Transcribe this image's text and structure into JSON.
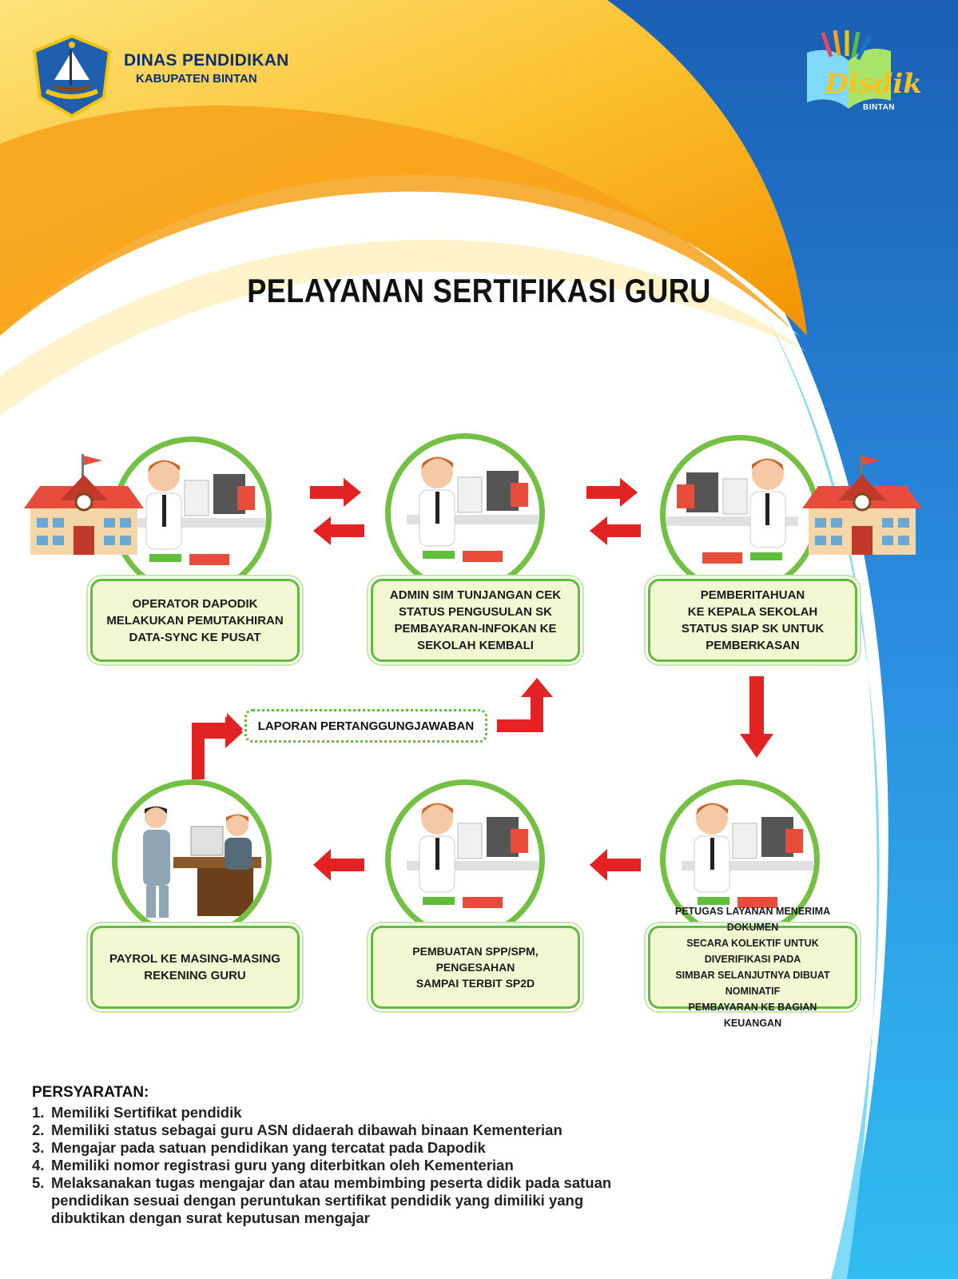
{
  "header": {
    "org_name": "DINAS PENDIDIKAN",
    "org_sub": "KABUPATEN BINTAN",
    "logo_left_name": "kabupaten-bintan-emblem",
    "logo_right_text": "Disdik",
    "logo_right_sub": "BINTAN"
  },
  "title": "PELAYANAN SERTIFIKASI GURU",
  "steps": [
    {
      "text": "OPERATOR DAPODIK\nMELAKUKAN PEMUTAKHIRAN\nDATA-SYNC KE PUSAT",
      "icon": "school-building-icon"
    },
    {
      "text": "ADMIN SIM TUNJANGAN CEK\nSTATUS PENGUSULAN SK\nPEMBAYARAN-INFOKAN KE\nSEKOLAH KEMBALI",
      "icon": "office-worker-icon"
    },
    {
      "text": "PEMBERITAHUAN\nKE KEPALA SEKOLAH\nSTATUS SIAP SK UNTUK\nPEMBERKASAN",
      "icon": "school-building-icon"
    },
    {
      "text": "PETUGAS LAYANAN MENERIMA DOKUMEN\nSECARA KOLEKTIF UNTUK DIVERIFIKASI PADA\nSIMBAR SELANJUTNYA DIBUAT NOMINATIF\nPEMBAYARAN KE BAGIAN KEUANGAN",
      "icon": "office-worker-icon"
    },
    {
      "text": "PEMBUATAN SPP/SPM, PENGESAHAN\nSAMPAI TERBIT SP2D",
      "icon": "office-worker-icon"
    },
    {
      "text": "PAYROL KE MASING-MASING\nREKENING GURU",
      "icon": "meeting-icon"
    }
  ],
  "report_label": "LAPORAN PERTANGGUNGJAWABAN",
  "requirements": {
    "heading": "PERSYARATAN:",
    "items": [
      {
        "num": "1.",
        "text": "Memiliki Sertifikat pendidik"
      },
      {
        "num": "2.",
        "text": "Memiliki status sebagai guru ASN didaerah dibawah binaan Kementerian"
      },
      {
        "num": "3.",
        "text": "Mengajar pada satuan pendidikan yang tercatat pada Dapodik"
      },
      {
        "num": "4.",
        "text": "Memiliki nomor registrasi guru yang diterbitkan oleh Kementerian"
      },
      {
        "num": "5.",
        "text": "Melaksanakan tugas mengajar dan atau membimbing peserta didik pada satuan pendidikan sesuai dengan peruntukan sertifikat pendidik yang dimiliki yang dibuktikan dengan surat keputusan mengajar"
      }
    ]
  },
  "colors": {
    "yellow": "#fbc02d",
    "orange": "#f39200",
    "blue": "#1e73be",
    "cyan": "#33c7f0",
    "green": "#5fbd3a",
    "box_fill": "#f2f8d2",
    "arrow_red": "#e32222"
  }
}
